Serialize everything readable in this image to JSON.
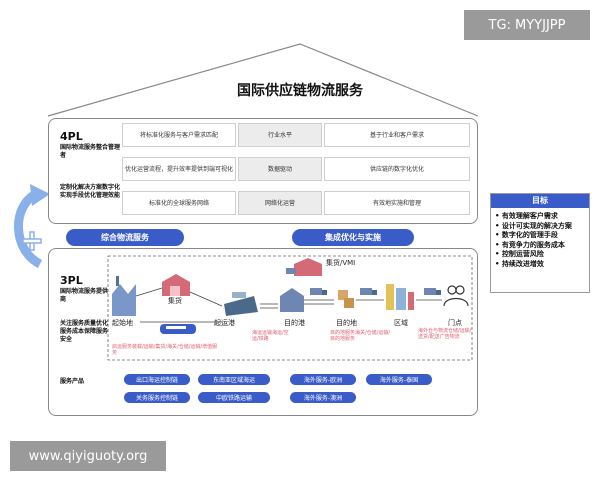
{
  "watermark_top": "TG: MYYJJPP",
  "watermark_bottom": "www.qiyiguoty.org",
  "title": "国际供应链物流服务",
  "fourpl": {
    "name": "4PL",
    "role": "国际物流服务整合管理者",
    "desc": "定制化解决方案数字化实现手段优化管理效能"
  },
  "grid": {
    "rows": [
      [
        "将标准化服务与客户需求匹配",
        "行业水平",
        "基于行业和客户需求"
      ],
      [
        "优化运营流程，提升效率提供到端可视化",
        "数据驱动",
        "供应链的数字化优化"
      ],
      [
        "标准化的全球服务网络",
        "网络化运营",
        "有效地实施和管理"
      ]
    ]
  },
  "pills": {
    "left": "综合物流服务",
    "right": "集成优化与实施"
  },
  "goal": {
    "header": "目标",
    "items": [
      "有效理解客户需求",
      "设计可实现的解决方案",
      "数字化的管理手段",
      "有竞争力的服务成本",
      "控制运营风险",
      "持续改进增效"
    ]
  },
  "threepl": {
    "name": "3PL",
    "role": "国际物流服务提供商",
    "desc": "关注服务质量优化服务成本保障服务安全",
    "products_label": "服务产品"
  },
  "flow": {
    "nodes": [
      "起始地",
      "集货",
      "起运港",
      "目的港",
      "目的地",
      "区域",
      "门点",
      "集货/VMI"
    ],
    "notes": {
      "origin": "启运服务装载/运输/集货/海关/仓储/运输/增值服务",
      "port": "海运运输海运/空运/铁路",
      "dest": "目的地服务海关/仓储/运输/目的地服务",
      "door": "海外仓与物流仓储/运输/送货/配送广告物流"
    }
  },
  "products": [
    "出口海运控制链",
    "东南亚区域海运",
    "海外服务-欧洲",
    "海外服务-泰国",
    "关务服务控制链",
    "中欧铁路运输",
    "海外服务-澳洲"
  ]
}
